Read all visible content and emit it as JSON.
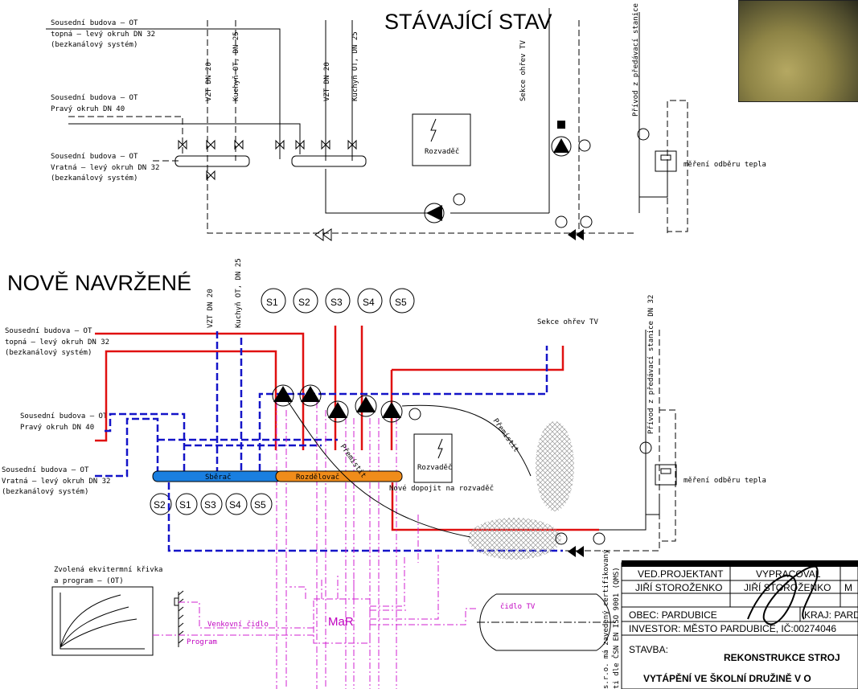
{
  "existing": {
    "title": "STÁVAJÍCÍ STAV",
    "left_labels": [
      [
        "Sousední budova – OT",
        "topná – levý okruh DN 32",
        "(bezkanálový systém)"
      ],
      [
        "Sousední budova – OT",
        "Pravý okruh DN 40"
      ],
      [
        "Sousední budova – OT",
        "Vratná – levý okruh DN 32",
        "(bezkanálový systém)"
      ]
    ],
    "vertical_labels": [
      "VZT DN 20",
      "Kuchyň OT, DN 25",
      "VZT DN 20",
      "Kuchyň OT, DN 25"
    ],
    "section_tv": "Sekce ohřev TV",
    "supply_label": "Přívod z předávací stanice DN 32",
    "switchboard": "Rozvaděč",
    "heat_meter": "měření odběru tepla"
  },
  "proposed": {
    "title": "NOVĚ NAVRŽENÉ",
    "circuits_top": [
      "S1",
      "S2",
      "S3",
      "S4",
      "S5"
    ],
    "circuits_bottom": [
      "S2",
      "S1",
      "S3",
      "S4",
      "S5"
    ],
    "left_labels": [
      [
        "Sousední budova – OT",
        "topná – levý okruh DN 32",
        "(bezkanálový systém)"
      ],
      [
        "Sousední budova – OT",
        "Pravý okruh DN 40"
      ],
      [
        "Sousední budova – OT",
        "Vratná – levý okruh DN 32",
        "(bezkanálový systém)"
      ]
    ],
    "vertical_labels": [
      "VZT DN 20",
      "Kuchyň OT, DN 25"
    ],
    "collector": "Sběrač",
    "distributor": "Rozdělovač",
    "section_tv": "Sekce ohřev TV",
    "supply_label": "Přívod z předávací stanice DN 32",
    "switchboard": "Rozvaděč",
    "switchboard_note": "Nové dopojit na rozvaděč",
    "move_label": "Přemístit",
    "heat_meter": "měření odběru tepla",
    "curve_title": [
      "Zvolená ekvitermní křivka",
      "a program – (OT)"
    ],
    "outdoor_sensor": "Venkovní čidlo",
    "program": "Program",
    "control": "MaR",
    "tank_sensor": "čidlo TV",
    "colors": {
      "supply": "#e01010",
      "return": "#1414c8",
      "control": "#d020d0",
      "collector": "#1a7fe0",
      "distributor": "#f08c1a"
    }
  },
  "title_block": {
    "lead_designer_label": "VED.PROJEKTANT",
    "prepared_label": "VYPRACOVAL",
    "lead_designer": "JIŘÍ STOROŽENKO",
    "prepared": "JIŘÍ STOROŽENKO",
    "cut": "M",
    "municipality": "OBEC: PARDUBICE",
    "region": "KRAJ: PARD",
    "investor": "INVESTOR: MĚSTO PARDUBICE, IČ:00274046",
    "building_label": "STAVBA:",
    "building_line1": "REKONSTRUKCE STROJ",
    "building_line2": "VYTÁPĚNÍ VE ŠKOLNÍ DRUŽINĚ V O",
    "side_note1": "s.r.o. má zavedený certifikovaný",
    "side_note2": "ti dle ČSN EN ISO 9001 (QMS)"
  }
}
